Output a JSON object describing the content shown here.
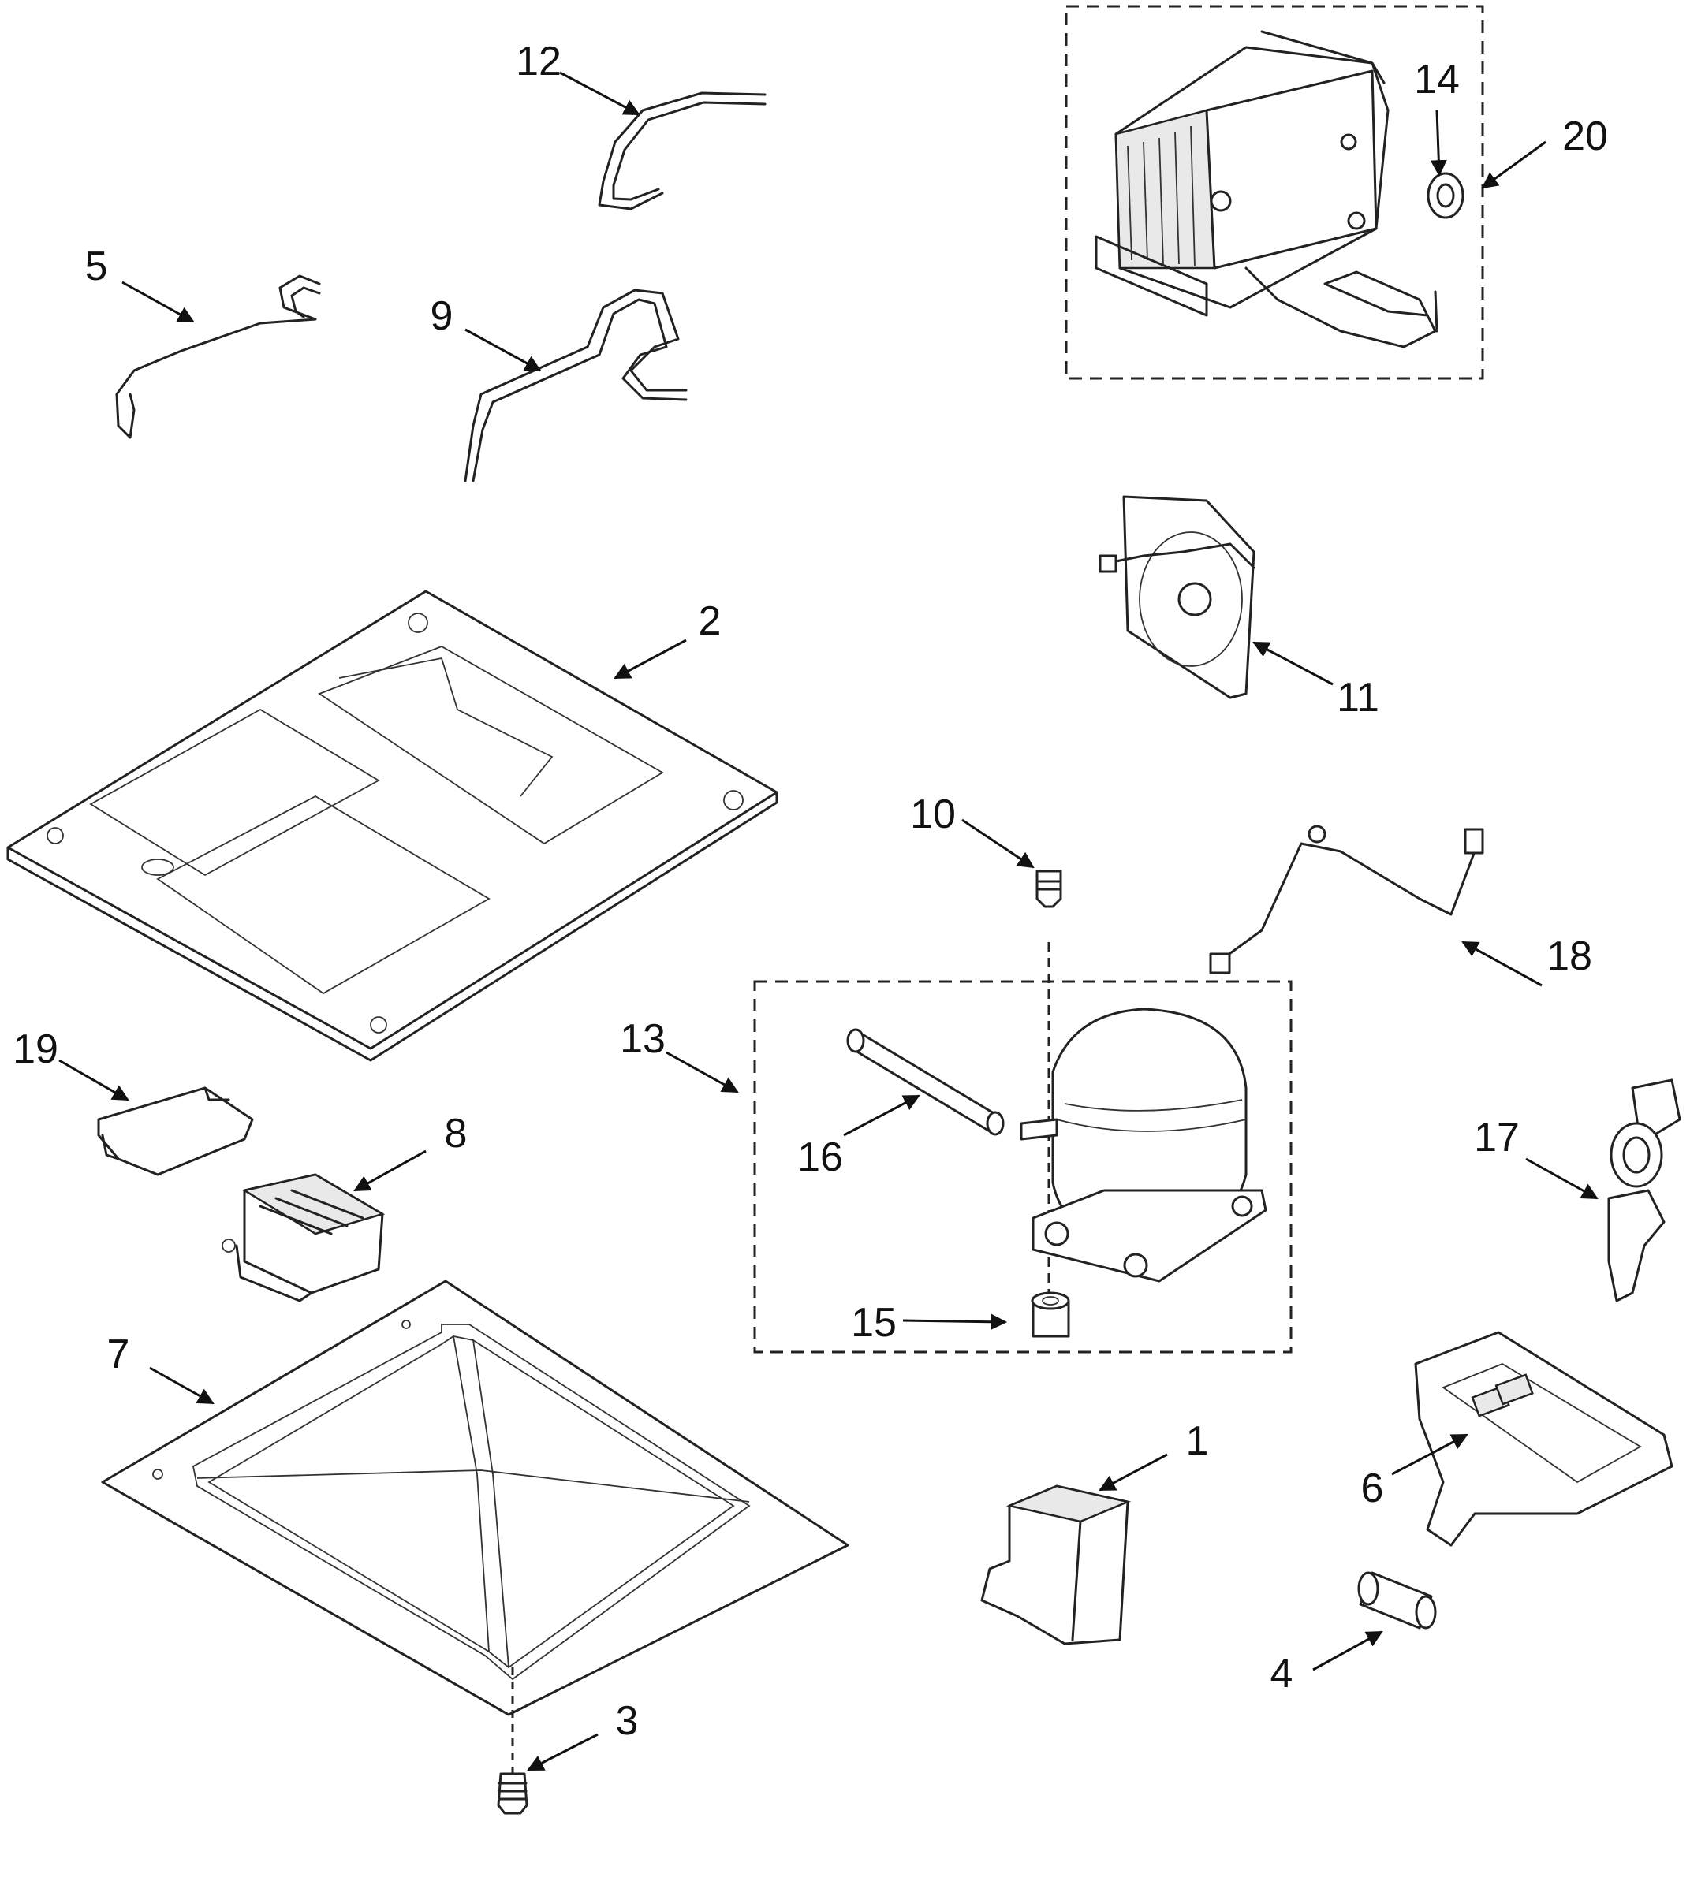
{
  "callouts": [
    {
      "id": "c1",
      "label": "1"
    },
    {
      "id": "c2",
      "label": "2"
    },
    {
      "id": "c3",
      "label": "3"
    },
    {
      "id": "c4",
      "label": "4"
    },
    {
      "id": "c5",
      "label": "5"
    },
    {
      "id": "c6",
      "label": "6"
    },
    {
      "id": "c7",
      "label": "7"
    },
    {
      "id": "c8",
      "label": "8"
    },
    {
      "id": "c9",
      "label": "9"
    },
    {
      "id": "c10",
      "label": "10"
    },
    {
      "id": "c11",
      "label": "11"
    },
    {
      "id": "c12",
      "label": "12"
    },
    {
      "id": "c13",
      "label": "13"
    },
    {
      "id": "c14",
      "label": "14"
    },
    {
      "id": "c15",
      "label": "15"
    },
    {
      "id": "c16",
      "label": "16"
    },
    {
      "id": "c17",
      "label": "17"
    },
    {
      "id": "c18",
      "label": "18"
    },
    {
      "id": "c19",
      "label": "19"
    },
    {
      "id": "c20",
      "label": "20"
    }
  ],
  "colors": {
    "line": "#222222",
    "background": "#ffffff",
    "label": "#111111"
  }
}
